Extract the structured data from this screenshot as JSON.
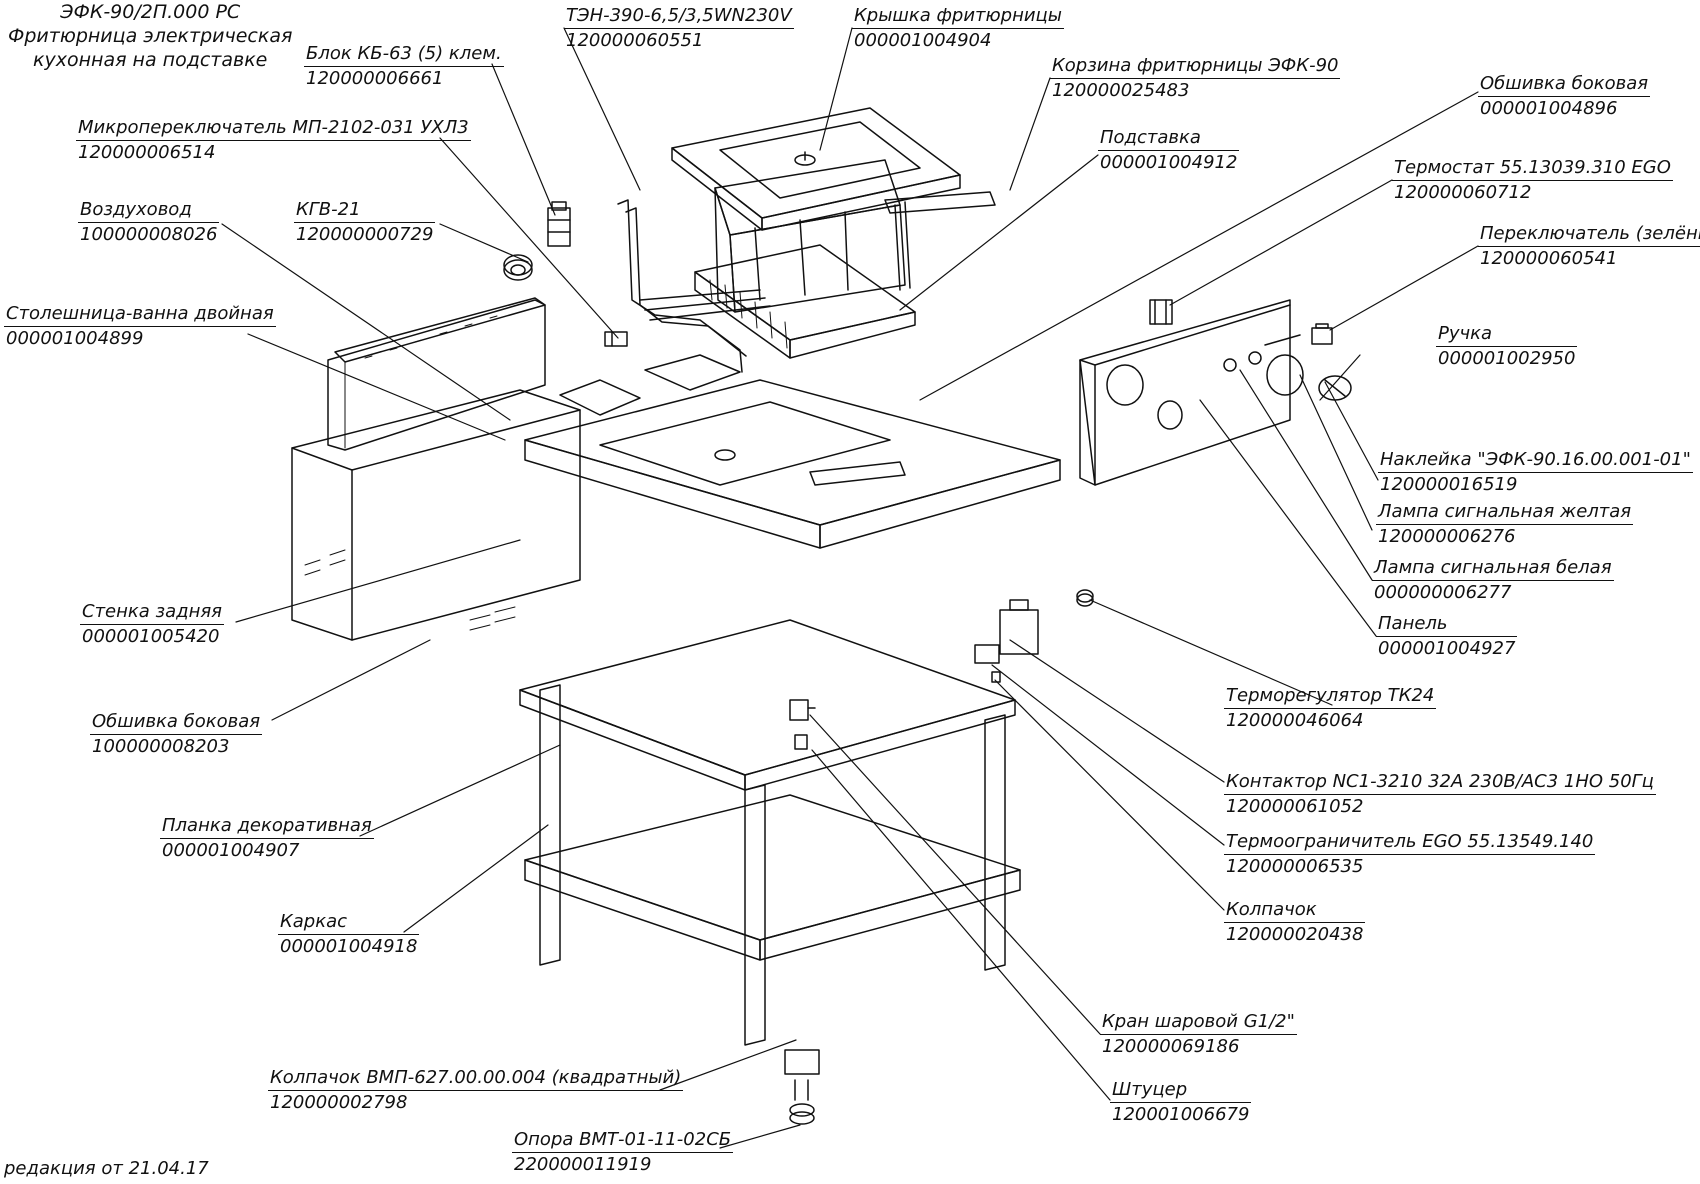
{
  "header": {
    "code": "ЭФК-90/2П.000 РС",
    "line1": "Фритюрница электрическая",
    "line2": "кухонная на подставке"
  },
  "revision": "редакция от 21.04.17",
  "parts": [
    {
      "id": "ten",
      "name": "ТЭН-390-6,5/3,5WN230V",
      "code": "120000060551"
    },
    {
      "id": "lid",
      "name": "Крышка фритюрницы",
      "code": "000001004904"
    },
    {
      "id": "terminal-block",
      "name": "Блок КБ-63 (5) клем.",
      "code": "120000006661"
    },
    {
      "id": "basket",
      "name": "Корзина фритюрницы ЭФК-90",
      "code": "120000025483"
    },
    {
      "id": "microswitch",
      "name": "Микропереключатель МП-2102-031 УХЛ3",
      "code": "120000006514"
    },
    {
      "id": "stand",
      "name": "Подставка",
      "code": "000001004912"
    },
    {
      "id": "side-panel-right",
      "name": "Обшивка боковая",
      "code": "000001004896"
    },
    {
      "id": "air-duct",
      "name": "Воздуховод",
      "code": "100000008026"
    },
    {
      "id": "kgv",
      "name": "КГВ-21",
      "code": "120000000729"
    },
    {
      "id": "thermostat",
      "name": "Термостат 55.13039.310 EGO",
      "code": "120000060712"
    },
    {
      "id": "switch-green",
      "name": "Переключатель (зелёный)",
      "code": "120000060541"
    },
    {
      "id": "tabletop",
      "name": "Столешница-ванна двойная",
      "code": "000001004899"
    },
    {
      "id": "handle",
      "name": "Ручка",
      "code": "000001002950"
    },
    {
      "id": "sticker",
      "name": "Наклейка \"ЭФК-90.16.00.001-01\"",
      "code": "120000016519"
    },
    {
      "id": "lamp-yellow",
      "name": "Лампа сигнальная желтая",
      "code": "120000006276"
    },
    {
      "id": "lamp-white",
      "name": "Лампа сигнальная белая",
      "code": "000000006277"
    },
    {
      "id": "rear-wall",
      "name": "Стенка задняя",
      "code": "000001005420"
    },
    {
      "id": "panel",
      "name": "Панель",
      "code": "000001004927"
    },
    {
      "id": "side-panel-left",
      "name": "Обшивка боковая",
      "code": "100000008203"
    },
    {
      "id": "thermoregulator",
      "name": "Терморегулятор ТК24",
      "code": "120000046064"
    },
    {
      "id": "contactor",
      "name": "Контактор NC1-3210 32A 230B/AC3 1НО 50Гц",
      "code": "120000061052"
    },
    {
      "id": "deco-strip",
      "name": "Планка декоративная",
      "code": "000001004907"
    },
    {
      "id": "thermolimiter",
      "name": "Термоограничитель EGO 55.13549.140",
      "code": "120000006535"
    },
    {
      "id": "cap",
      "name": "Колпачок",
      "code": "120000020438"
    },
    {
      "id": "frame",
      "name": "Каркас",
      "code": "000001004918"
    },
    {
      "id": "ball-valve",
      "name": "Кран шаровой G1/2\"",
      "code": "120000069186"
    },
    {
      "id": "cap-square",
      "name": "Колпачок ВМП-627.00.00.004 (квадратный)",
      "code": "120000002798"
    },
    {
      "id": "fitting",
      "name": "Штуцер",
      "code": "120001006679"
    },
    {
      "id": "foot",
      "name": "Опора ВМТ-01-11-02СБ",
      "code": "220000011919"
    }
  ]
}
